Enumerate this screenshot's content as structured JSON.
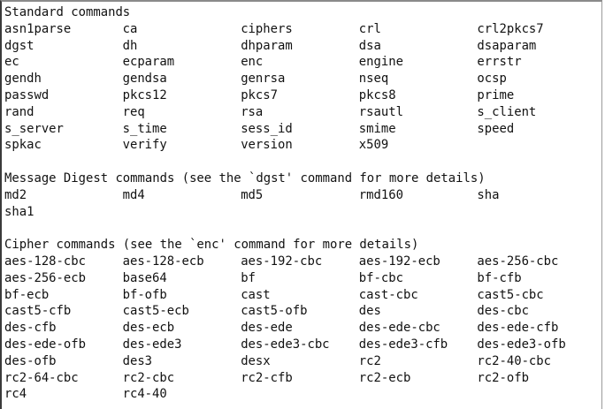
{
  "sections": [
    {
      "title": "Standard commands",
      "rows": [
        [
          "asn1parse",
          "ca",
          "ciphers",
          "crl",
          "crl2pkcs7"
        ],
        [
          "dgst",
          "dh",
          "dhparam",
          "dsa",
          "dsaparam"
        ],
        [
          "ec",
          "ecparam",
          "enc",
          "engine",
          "errstr"
        ],
        [
          "gendh",
          "gendsa",
          "genrsa",
          "nseq",
          "ocsp"
        ],
        [
          "passwd",
          "pkcs12",
          "pkcs7",
          "pkcs8",
          "prime"
        ],
        [
          "rand",
          "req",
          "rsa",
          "rsautl",
          "s_client"
        ],
        [
          "s_server",
          "s_time",
          "sess_id",
          "smime",
          "speed"
        ],
        [
          "spkac",
          "verify",
          "version",
          "x509"
        ]
      ]
    },
    {
      "title": "Message Digest commands (see the `dgst' command for more details)",
      "rows": [
        [
          "md2",
          "md4",
          "md5",
          "rmd160",
          "sha"
        ],
        [
          "sha1"
        ]
      ]
    },
    {
      "title": "Cipher commands (see the `enc' command for more details)",
      "rows": [
        [
          "aes-128-cbc",
          "aes-128-ecb",
          "aes-192-cbc",
          "aes-192-ecb",
          "aes-256-cbc"
        ],
        [
          "aes-256-ecb",
          "base64",
          "bf",
          "bf-cbc",
          "bf-cfb"
        ],
        [
          "bf-ecb",
          "bf-ofb",
          "cast",
          "cast-cbc",
          "cast5-cbc"
        ],
        [
          "cast5-cfb",
          "cast5-ecb",
          "cast5-ofb",
          "des",
          "des-cbc"
        ],
        [
          "des-cfb",
          "des-ecb",
          "des-ede",
          "des-ede-cbc",
          "des-ede-cfb"
        ],
        [
          "des-ede-ofb",
          "des-ede3",
          "des-ede3-cbc",
          "des-ede3-cfb",
          "des-ede3-ofb"
        ],
        [
          "des-ofb",
          "des3",
          "desx",
          "rc2",
          "rc2-40-cbc"
        ],
        [
          "rc2-64-cbc",
          "rc2-cbc",
          "rc2-cfb",
          "rc2-ecb",
          "rc2-ofb"
        ],
        [
          "rc4",
          "rc4-40"
        ]
      ]
    }
  ]
}
